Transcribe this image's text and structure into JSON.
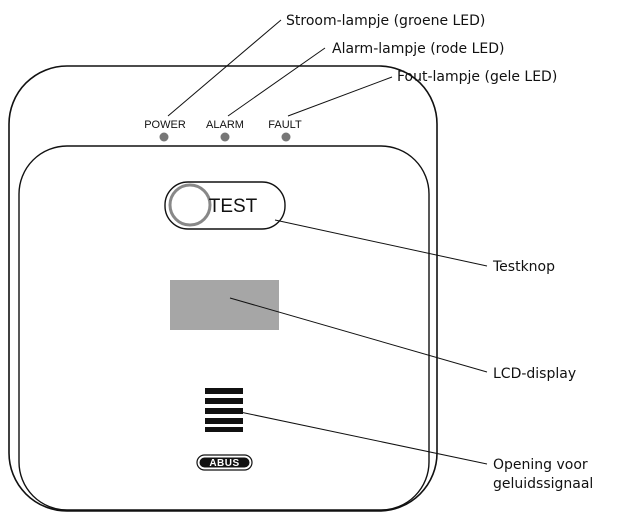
{
  "device": {
    "leds": [
      {
        "label": "POWER",
        "color": "#777777"
      },
      {
        "label": "ALARM",
        "color": "#777777"
      },
      {
        "label": "FAULT",
        "color": "#777777"
      }
    ],
    "test_button_label": "TEST",
    "lcd_color": "#a6a6a6",
    "logo_text": "ABUS"
  },
  "callouts": {
    "power": "Stroom-lampje (groene LED)",
    "alarm": "Alarm-lampje (rode LED)",
    "fault": "Fout-lampje (gele LED)",
    "test": "Testknop",
    "lcd": "LCD-display",
    "sound_line1": "Opening voor",
    "sound_line2": "geluidssignaal"
  }
}
